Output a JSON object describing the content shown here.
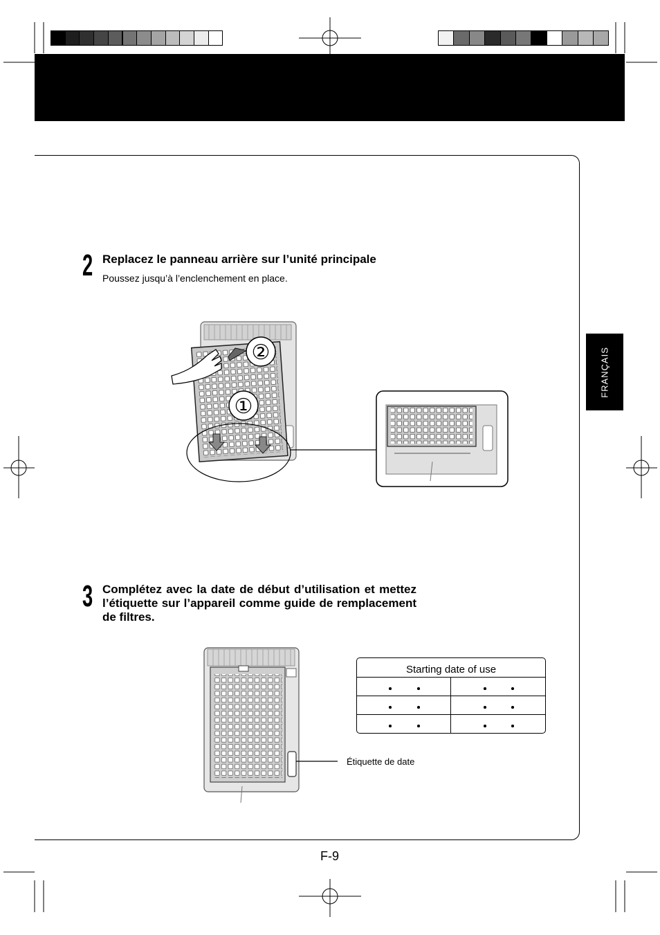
{
  "colors": {
    "registration_left": [
      "#000000",
      "#1e1e1e",
      "#303030",
      "#454545",
      "#5c5c5c",
      "#747474",
      "#8c8c8c",
      "#a4a4a4",
      "#bcbcbc",
      "#d4d4d4",
      "#ececec",
      "#ffffff"
    ],
    "registration_right": [
      "#f2f2f2",
      "#6a6a6a",
      "#888888",
      "#2a2a2a",
      "#5a5a5a",
      "#777777",
      "#000000",
      "#ffffff",
      "#9a9a9a",
      "#b8b8b8",
      "#a8a8a8"
    ],
    "header_band": "#000000"
  },
  "language_tab": "FRANÇAIS",
  "step2": {
    "number": "2",
    "title": "Replacez le panneau arrière sur l’unité principale",
    "subtitle": "Poussez jusqu’à l’enclenchement en place.",
    "callouts": [
      "①",
      "②"
    ]
  },
  "step3": {
    "number": "3",
    "title": "Complétez avec la date de début d’utilisation et mettez l’étiquette sur l’appareil comme guide de remplacement de filtres.",
    "date_label": {
      "title": "Starting date of use",
      "rows": 3,
      "columns": 2
    },
    "label_caption": "Étiquette de date"
  },
  "page_number": "F-9"
}
